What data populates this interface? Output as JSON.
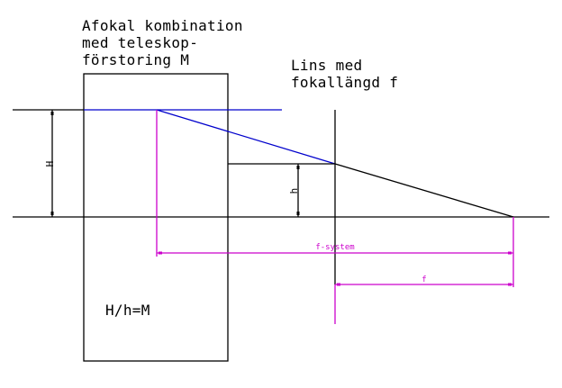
{
  "labels": {
    "afocal": [
      "Afokal kombination",
      "med teleskop-",
      "förstoring M"
    ],
    "lens": [
      "Lins med",
      "fokallängd f"
    ],
    "ratio": "H/h=M",
    "H": "H",
    "h": "h",
    "f_system": "f-system",
    "f": "f"
  },
  "colors": {
    "ray": "#0000cc",
    "dimension": "#cc00cc",
    "line": "#000000"
  }
}
